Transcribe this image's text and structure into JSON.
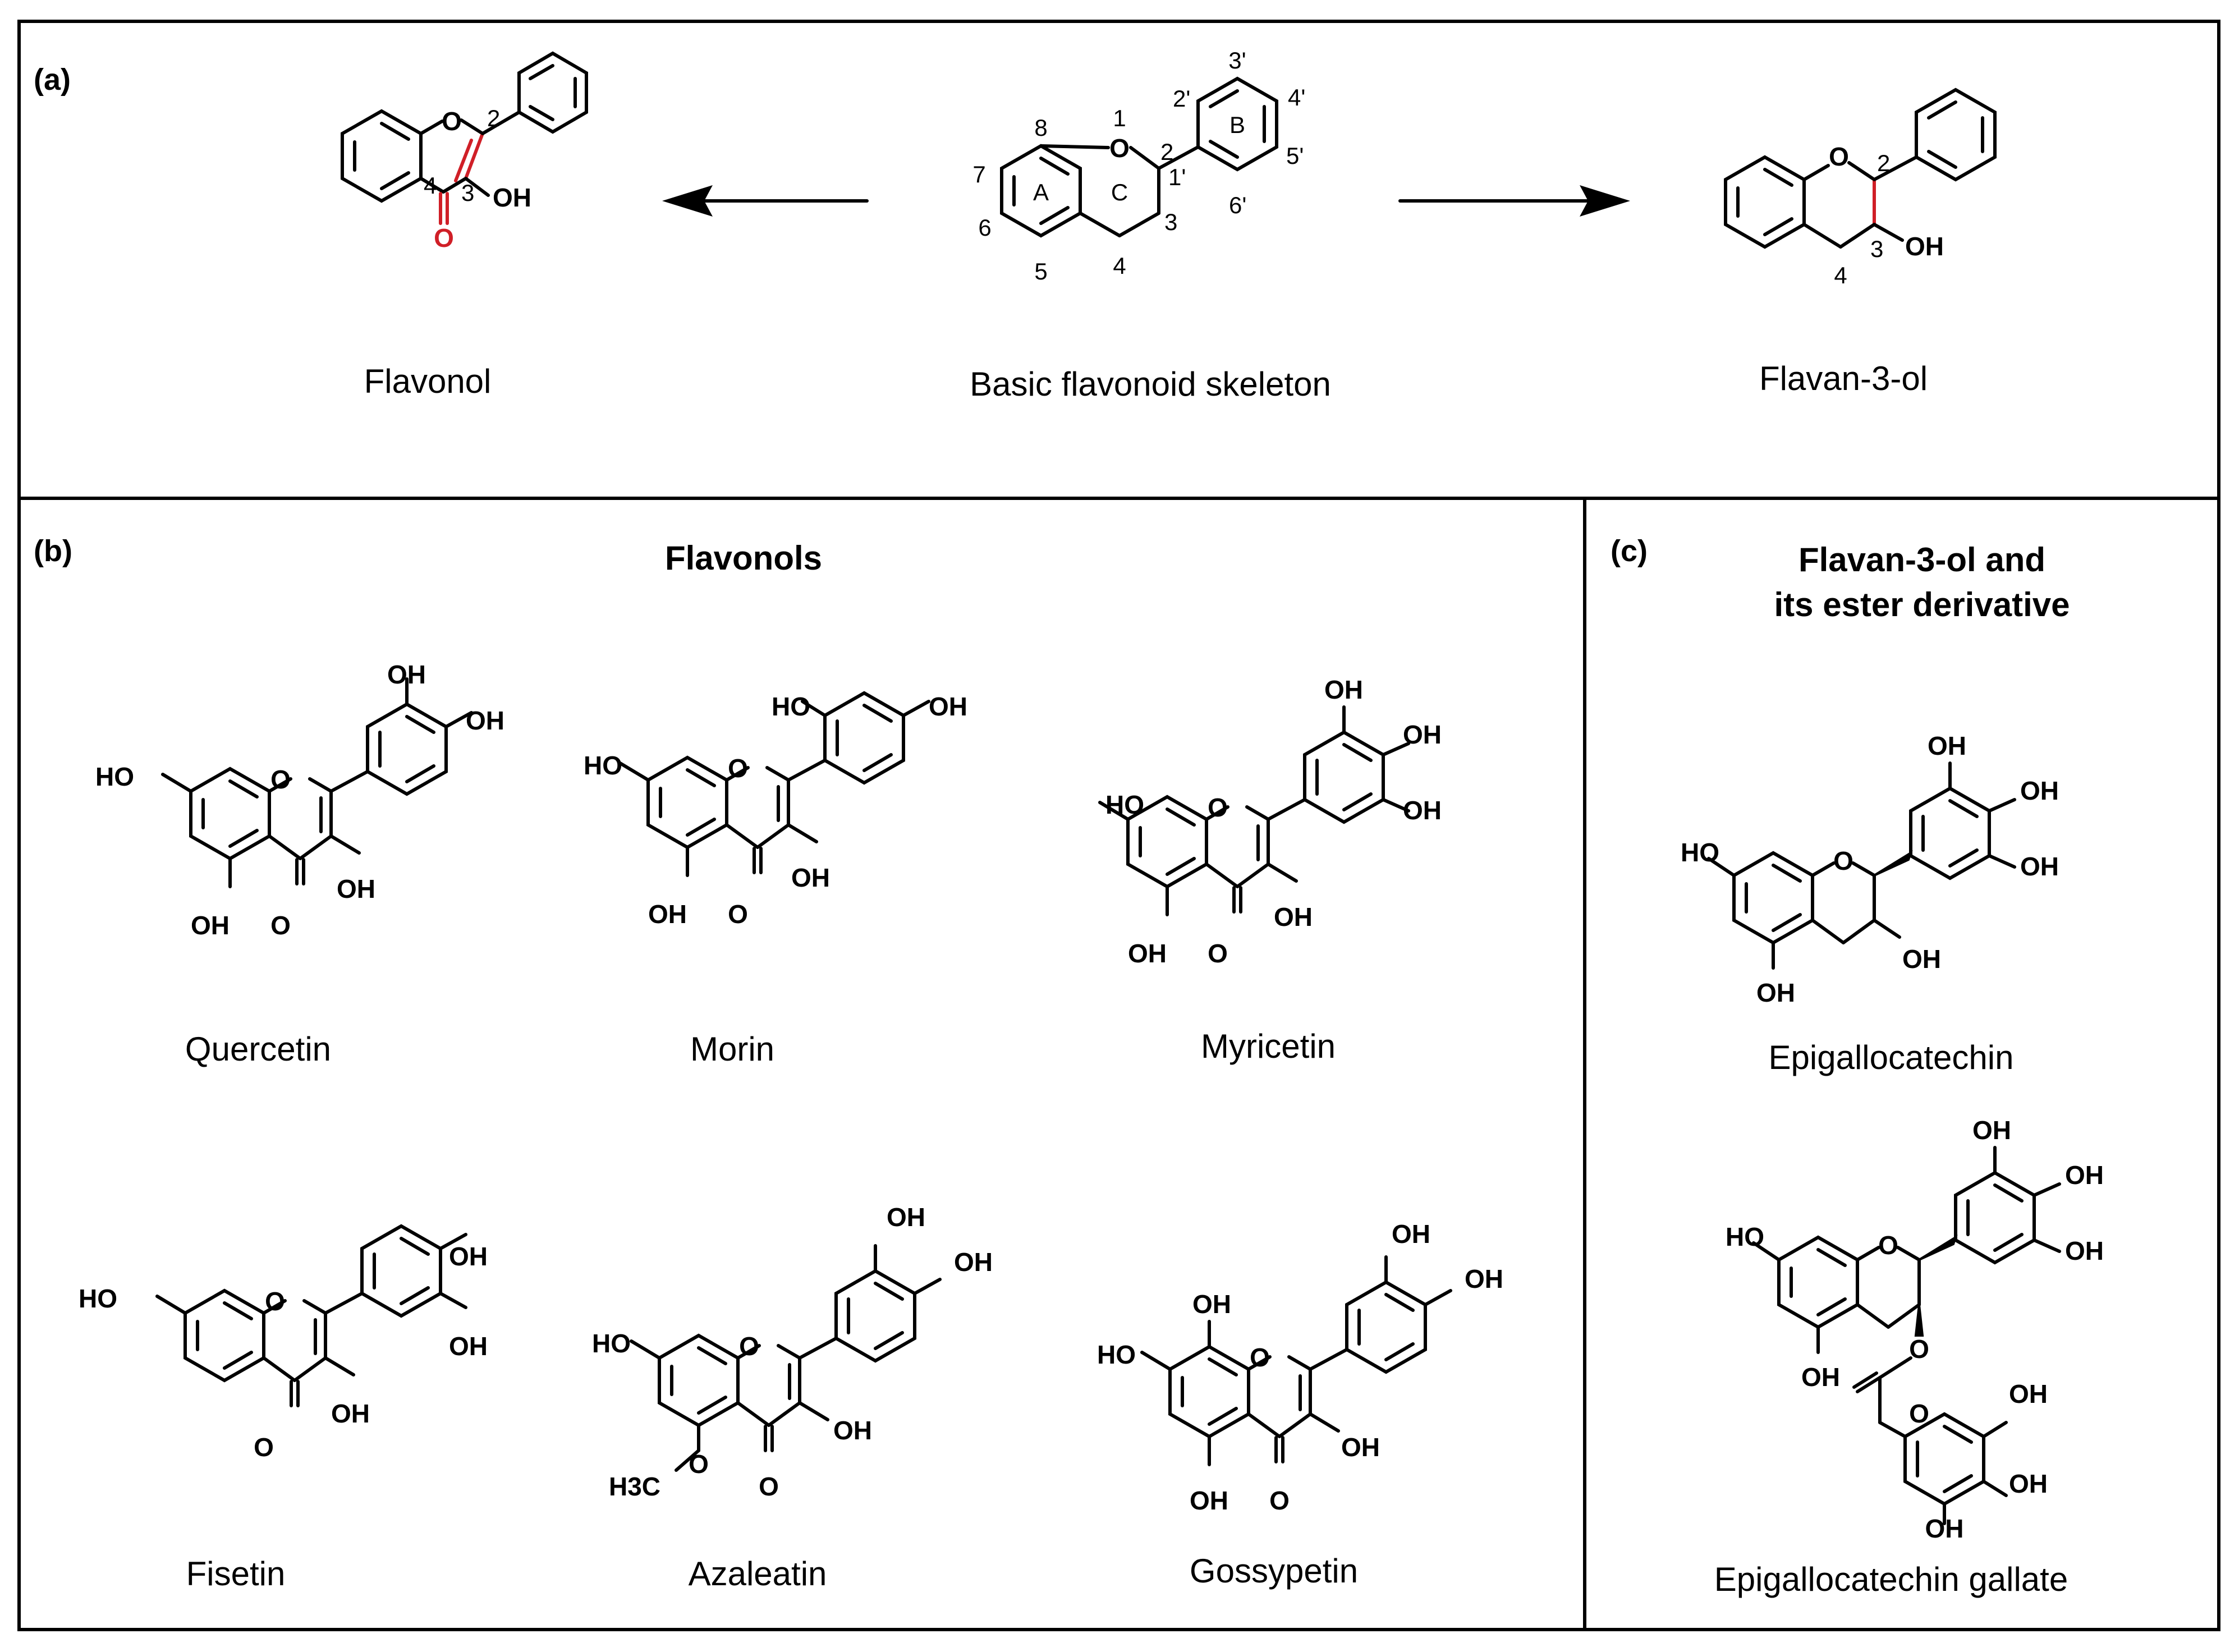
{
  "panels": {
    "a": {
      "label": "(a)",
      "flavonol_caption": "Flavonol",
      "skeleton_caption": "Basic flavonoid skeleton",
      "flavan_caption": "Flavan-3-ol",
      "ring_labels": {
        "A": "A",
        "B": "B",
        "C": "C"
      },
      "locants": [
        "1",
        "2",
        "3",
        "4",
        "5",
        "6",
        "7",
        "8",
        "1'",
        "2'",
        "3'",
        "4'",
        "5'",
        "6'"
      ]
    },
    "b": {
      "label": "(b)",
      "heading": "Flavonols",
      "compounds": [
        "Quercetin",
        "Morin",
        "Myricetin",
        "Fisetin",
        "Azaleatin",
        "Gossypetin"
      ]
    },
    "c": {
      "label": "(c)",
      "heading_line1": "Flavan-3-ol and",
      "heading_line2": "its ester derivative",
      "compounds": [
        "Epigallocatechin",
        "Epigallocatechin gallate"
      ]
    }
  },
  "atoms": {
    "O": "O",
    "OH": "OH",
    "HO": "HO",
    "H3C": "H3C",
    "three": "3",
    "four": "4",
    "two": "2"
  },
  "colors": {
    "highlight": "#d01f27"
  }
}
